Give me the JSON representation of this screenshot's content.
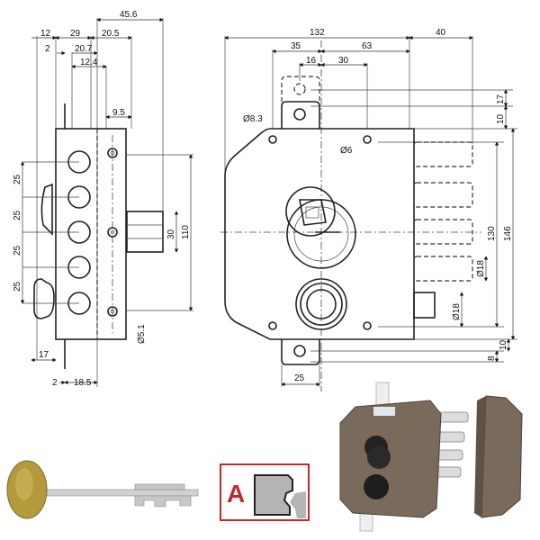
{
  "side_view": {
    "top_dims": [
      "45.6",
      "12",
      "29",
      "20.5",
      "2",
      "20.7",
      "12.4",
      "9.5"
    ],
    "left_dims": [
      "25",
      "25",
      "25",
      "25"
    ],
    "right_dims": [
      "30",
      "110"
    ],
    "bottom_dims": [
      "17",
      "2",
      "18.5"
    ],
    "screw_dim": "Ø5.1"
  },
  "front_view": {
    "top_dims": [
      "132",
      "40",
      "35",
      "63",
      "16",
      "30"
    ],
    "hole_dims": [
      "Ø8.3",
      "Ø6"
    ],
    "right_dims": [
      "17",
      "10",
      "130",
      "146",
      "10",
      "8"
    ],
    "bolt_dims": [
      "Ø18",
      "Ø18"
    ],
    "bottom_dim": "25"
  },
  "profile_badge": {
    "letter": "A",
    "color": "#c8252b"
  },
  "colors": {
    "lock_body": "#7a6a5c",
    "key_bow": "#b49a3c"
  }
}
